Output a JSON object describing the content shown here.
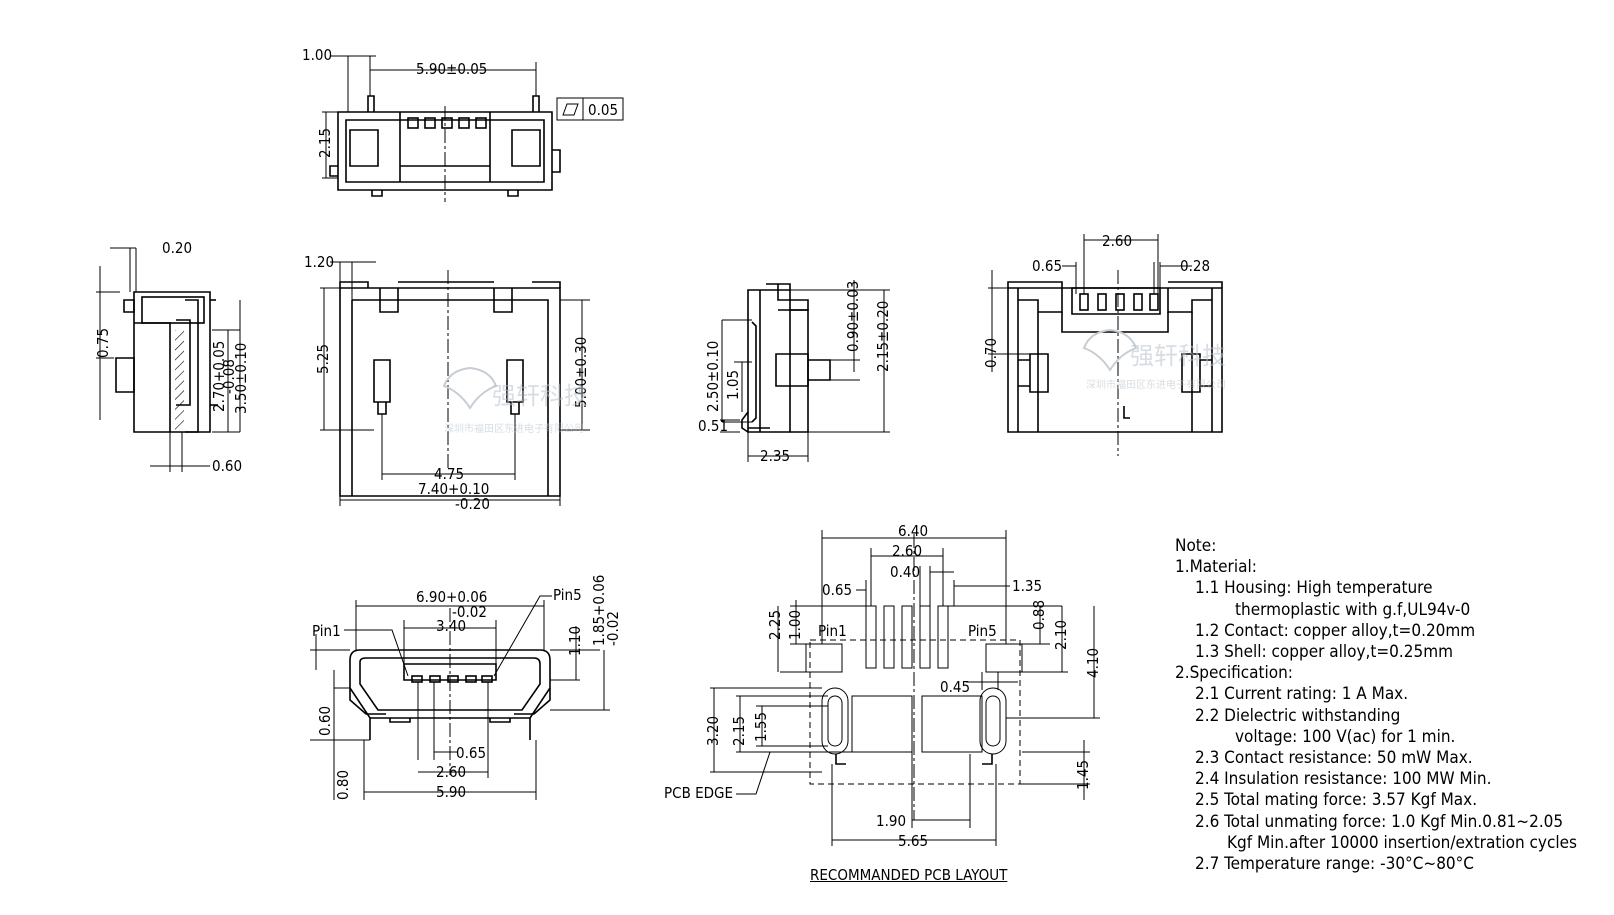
{
  "top_view": {
    "dims": [
      "1.00",
      "5.90±0.05",
      "0.05",
      "2.15"
    ]
  },
  "side_left": {
    "dims": [
      "0.20",
      "0.75",
      "2.70+0.05",
      "-0.08",
      "3.50±0.10",
      "0.60"
    ]
  },
  "front_view": {
    "dims": [
      "1.20",
      "5.25",
      "5.00±0.30",
      "4.75",
      "7.40+0.10",
      "-0.20"
    ]
  },
  "side_right": {
    "dims": [
      "0.90±0.03",
      "2.15±0.20",
      "2.50±0.10",
      "1.05",
      "0.51",
      "2.35"
    ]
  },
  "back_view": {
    "dims": [
      "2.60",
      "0.65",
      "0.28",
      "0.70"
    ]
  },
  "mating_view": {
    "dims": [
      "6.90+0.06",
      "-0.02",
      "3.40",
      "Pin5",
      "Pin1",
      "1.10",
      "1.85+0.06",
      "-0.02",
      "0.60",
      "0.80",
      "0.65",
      "2.60",
      "5.90"
    ]
  },
  "pcb_layout": {
    "dims": [
      "6.40",
      "2.60",
      "0.40",
      "0.65",
      "1.35",
      "1.00",
      "2.25",
      "Pin1",
      "Pin5",
      "0.88",
      "2.10",
      "4.10",
      "0.45",
      "3.20",
      "2.15",
      "1.55",
      "PCB EDGE",
      "1.45",
      "1.90",
      "5.65"
    ],
    "caption": "RECOMMANDED PCB LAYOUT"
  },
  "watermark": {
    "logo_text": "强轩科技",
    "sub_text": "深圳市福田区东进电子有限公司"
  },
  "notes": {
    "title": "Note:",
    "lines": [
      "1.Material:",
      "1.1 Housing: High temperature",
      "thermoplastic with g.f,UL94v-0",
      "1.2 Contact: copper alloy,t=0.20mm",
      "1.3 Shell: copper alloy,t=0.25mm",
      "2.Specification:",
      "2.1 Current rating: 1 A Max.",
      "2.2 Dielectric withstanding",
      "voltage: 100 V(ac) for 1 min.",
      "2.3 Contact resistance: 50 mW Max.",
      "2.4 Insulation resistance: 100 MW Min.",
      "2.5 Total mating force: 3.57 Kgf Max.",
      "2.6 Total unmating force: 1.0 Kgf Min.0.81~2.05",
      "Kgf Min.after 10000 insertion/extration cycles",
      "2.7 Temperature range: -30°C~80°C"
    ]
  }
}
